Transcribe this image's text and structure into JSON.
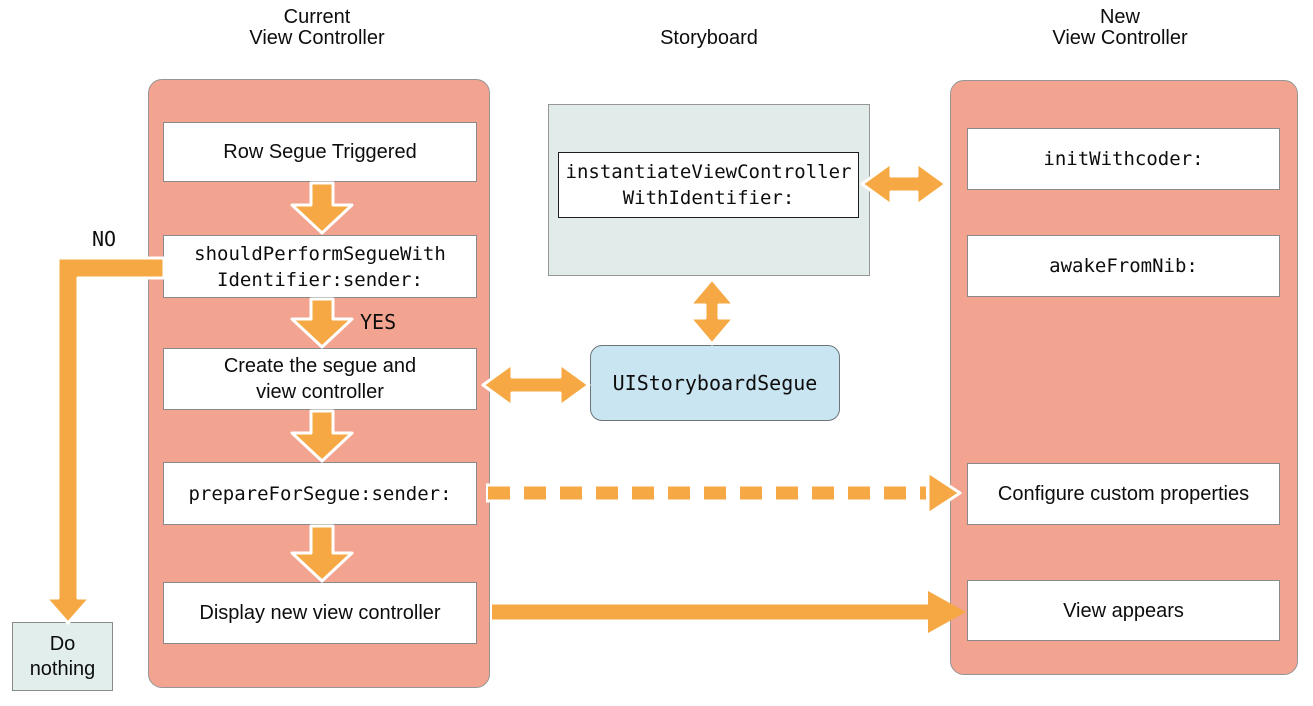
{
  "columns": {
    "current": {
      "title": "Current\nView Controller"
    },
    "storyboard": {
      "title": "Storyboard"
    },
    "new": {
      "title": "New\nView Controller"
    }
  },
  "current_panel": {
    "boxes": [
      {
        "label": "Row Segue Triggered"
      },
      {
        "label": "shouldPerformSegueWith\nIdentifier:sender:"
      },
      {
        "label": "Create the segue and\nview controller"
      },
      {
        "label": "prepareForSegue:sender:"
      },
      {
        "label": "Display new view controller"
      }
    ]
  },
  "storyboard_panel": {
    "method": "instantiateViewController\nWithIdentifier:",
    "segue_class": "UIStoryboardSegue"
  },
  "new_panel": {
    "boxes": [
      {
        "label": "initWithcoder:"
      },
      {
        "label": "awakeFromNib:"
      },
      {
        "label": "Configure custom properties"
      },
      {
        "label": "View appears"
      }
    ]
  },
  "labels": {
    "no": "NO",
    "yes": "YES",
    "do_nothing": "Do\nnothing"
  },
  "colors": {
    "accent": "#F5A843",
    "panel": "#F2A491",
    "panel_border": "#969696",
    "box_border": "#8A8A8A",
    "storyboard_bg": "#E1EBEA",
    "segue_bg": "#C9E5F1",
    "note_bg": "#E2EEEC"
  }
}
